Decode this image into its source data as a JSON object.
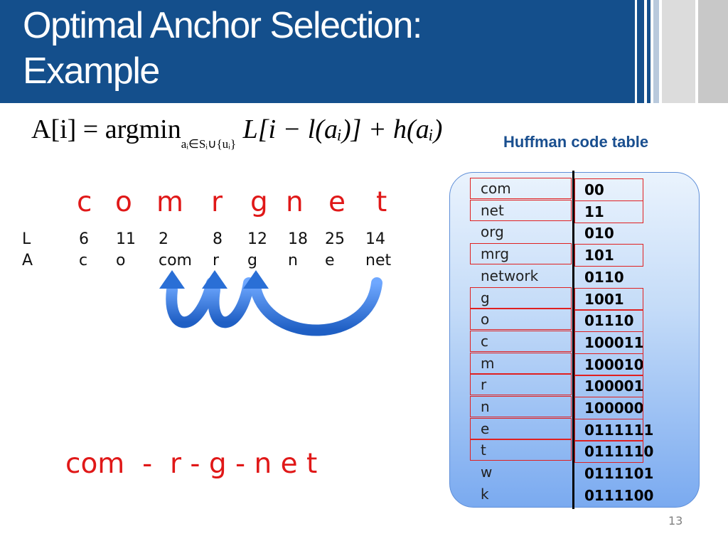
{
  "slide": {
    "title_line1": "Optimal Anchor Selection:",
    "title_line2": "Example",
    "table_caption": "Huffman code table",
    "page_number": "13"
  },
  "formula": {
    "lhs": "A[i] = argmin",
    "subscript": "aᵢ∈Sᵢ∪{uᵢ}",
    "rhs": "L[i − l(aᵢ)] + h(aᵢ)"
  },
  "letters": [
    "c",
    "o",
    "m",
    "r",
    "g",
    "n",
    "e",
    "t"
  ],
  "row_labels": [
    "L",
    "A"
  ],
  "anchor_columns": [
    {
      "L": "6",
      "A": "c"
    },
    {
      "L": "11",
      "A": "o"
    },
    {
      "L": "2",
      "A": "com"
    },
    {
      "L": "8",
      "A": "r"
    },
    {
      "L": "12",
      "A": "g"
    },
    {
      "L": "18",
      "A": "n"
    },
    {
      "L": "25",
      "A": "e"
    },
    {
      "L": "14",
      "A": "net"
    }
  ],
  "result": "com  -  r - g - n e t",
  "huffman_table": [
    {
      "word": "com",
      "code": "00",
      "highlighted": true
    },
    {
      "word": "net",
      "code": "11",
      "highlighted": true
    },
    {
      "word": "org",
      "code": "010",
      "highlighted": false
    },
    {
      "word": "mrg",
      "code": "101",
      "highlighted": true
    },
    {
      "word": "network",
      "code": "0110",
      "highlighted": false
    },
    {
      "word": "g",
      "code": "1001",
      "highlighted": true
    },
    {
      "word": "o",
      "code": "01110",
      "highlighted": true
    },
    {
      "word": "c",
      "code": "100011",
      "highlighted": true
    },
    {
      "word": "m",
      "code": "100010",
      "highlighted": true
    },
    {
      "word": "r",
      "code": "100001",
      "highlighted": true
    },
    {
      "word": "n",
      "code": "100000",
      "highlighted": true
    },
    {
      "word": "e",
      "code": "0111111",
      "highlighted": true
    },
    {
      "word": "t",
      "code": "0111110",
      "highlighted": true
    },
    {
      "word": "w",
      "code": "0111101",
      "highlighted": false
    },
    {
      "word": "k",
      "code": "0111100",
      "highlighted": false
    }
  ],
  "colors": {
    "title_bar": "#144f8c",
    "accent_red": "#e01818",
    "caption_blue": "#1a4f8f",
    "arrow_blue": "#2a6fd6"
  }
}
